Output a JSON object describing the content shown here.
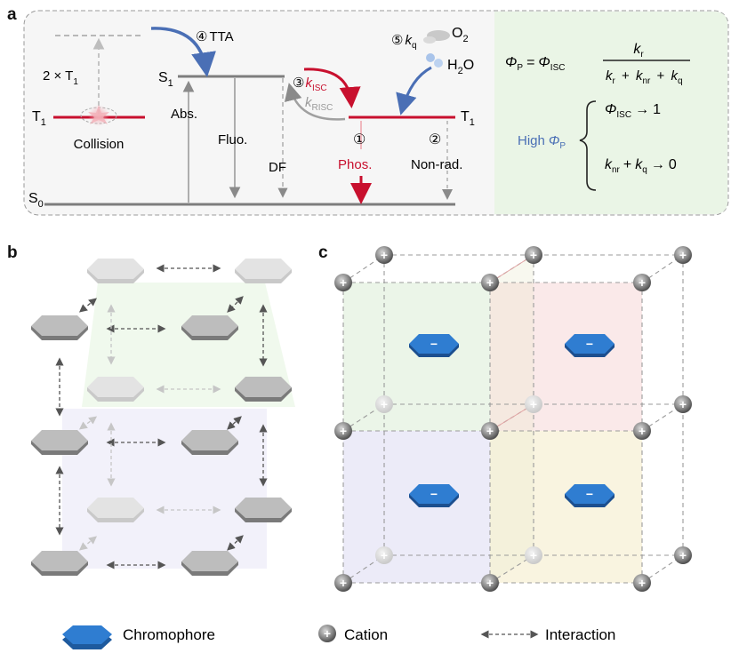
{
  "panel_a": {
    "letter": "a",
    "states": {
      "s0": {
        "base": "S",
        "sub": "0"
      },
      "s1": {
        "base": "S",
        "sub": "1"
      },
      "t1_left": {
        "base": "T",
        "sub": "1"
      },
      "t1_right": {
        "base": "T",
        "sub": "1"
      },
      "two_t1": {
        "pre": "2 × T",
        "sub": "1"
      }
    },
    "labels": {
      "collision": "Collision",
      "abs": "Abs.",
      "fluo": "Fluo.",
      "df": "DF",
      "phos": "Phos.",
      "nonrad": "Non-rad.",
      "tta": "TTA",
      "o2": {
        "base": "O",
        "sub": "2"
      },
      "h2o": {
        "base": "H",
        "sub": "2",
        "tail": "O"
      }
    },
    "steps": {
      "s1": "①",
      "s2": "②",
      "s3": "③",
      "s4": "④",
      "s5": "⑤"
    },
    "rates": {
      "kisc": {
        "base": "k",
        "sub": "ISC"
      },
      "krisc": {
        "base": "k",
        "sub": "RISC"
      },
      "kq": {
        "base": "k",
        "sub": "q"
      }
    },
    "equation": {
      "lhs": "Φ",
      "lhs_sub": "P",
      "eq": "=",
      "phi_isc": "Φ",
      "phi_isc_sub": "ISC",
      "num": "k",
      "num_sub": "r",
      "den_parts": [
        {
          "base": "k",
          "sub": "r"
        },
        {
          "op": "+"
        },
        {
          "base": "k",
          "sub": "nr"
        },
        {
          "op": "+"
        },
        {
          "base": "k",
          "sub": "q"
        }
      ]
    },
    "conditions": {
      "high_phi": "High",
      "high_phi_sym": "Φ",
      "high_phi_sub": "P",
      "c1": {
        "base": "Φ",
        "sub": "ISC",
        "arrow": "→",
        "value": "1"
      },
      "c2": {
        "a": "k",
        "a_sub": "nr",
        "plus": "+",
        "b": "k",
        "b_sub": "q",
        "arrow": "→",
        "value": "0"
      }
    },
    "colors": {
      "red": "#c8102e",
      "blue": "#4a6fb5",
      "gray": "#8a8a8a",
      "panel_bg": "#f6f6f6",
      "right_bg": "#eaf5e6"
    }
  },
  "panel_b": {
    "letter": "b"
  },
  "panel_c": {
    "letter": "c"
  },
  "legend": {
    "chromophore": "Chromophore",
    "cation": "Cation",
    "interaction": "Interaction",
    "cation_symbol": "+",
    "anion_symbol": "−"
  }
}
